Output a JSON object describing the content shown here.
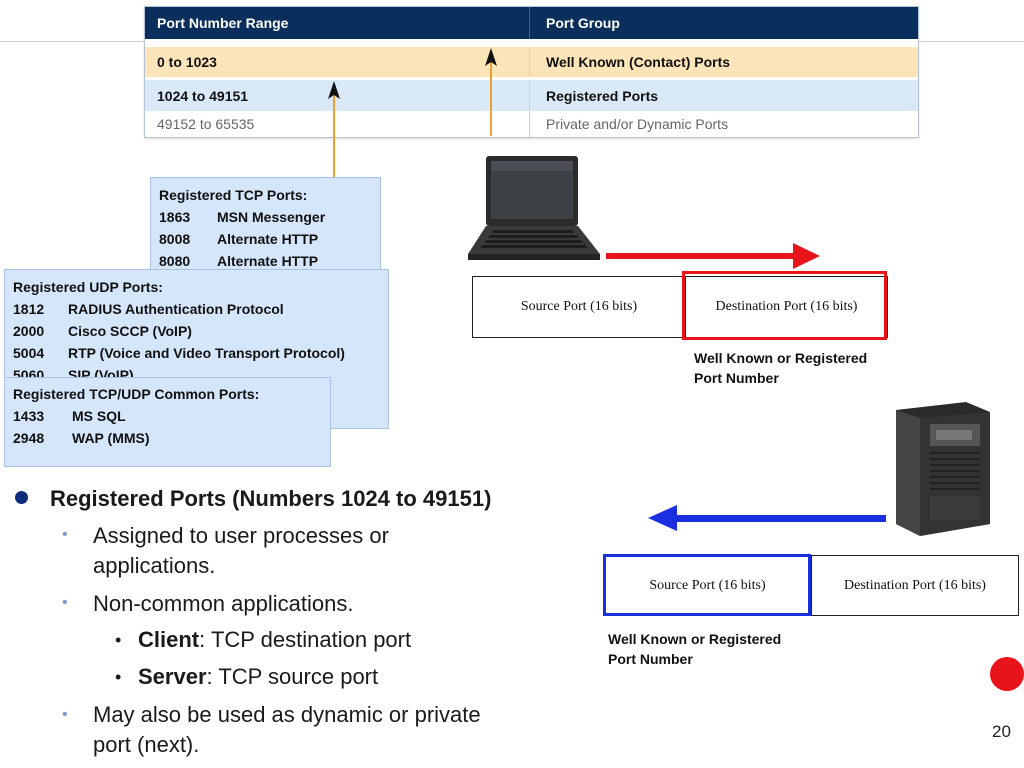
{
  "port_table": {
    "headers": [
      "Port Number Range",
      "Port Group"
    ],
    "rows": [
      {
        "range": "0 to 1023",
        "group": "Well Known (Contact) Ports"
      },
      {
        "range": "1024 to 49151",
        "group": "Registered Ports"
      },
      {
        "range": "49152 to 65535",
        "group": "Private and/or Dynamic Ports"
      }
    ]
  },
  "tcp_box": {
    "title": "Registered TCP Ports:",
    "items": [
      {
        "port": "1863",
        "name": "MSN Messenger"
      },
      {
        "port": "8008",
        "name": "Alternate HTTP"
      },
      {
        "port": "8080",
        "name": "Alternate HTTP"
      }
    ]
  },
  "udp_box": {
    "title": "Registered UDP Ports:",
    "items": [
      {
        "port": "1812",
        "name": "RADIUS Authentication Protocol"
      },
      {
        "port": "2000",
        "name": "Cisco SCCP (VoIP)"
      },
      {
        "port": "5004",
        "name": "RTP (Voice and Video Transport Protocol)"
      },
      {
        "port": "5060",
        "name": "SIP (VoIP)"
      }
    ]
  },
  "common_box": {
    "title": "Registered TCP/UDP Common Ports:",
    "items": [
      {
        "port": "1433",
        "name": "MS SQL"
      },
      {
        "port": "2948",
        "name": "WAP (MMS)"
      }
    ]
  },
  "header_top": {
    "source": "Source Port (16 bits)",
    "destination": "Destination Port (16 bits)",
    "caption_line1": "Well Known or Registered",
    "caption_line2": "Port Number"
  },
  "header_bottom": {
    "source": "Source Port (16 bits)",
    "destination": "Destination Port (16 bits)",
    "caption_line1": "Well Known or Registered",
    "caption_line2": "Port Number"
  },
  "bullets": {
    "main": "Registered Ports (Numbers 1024 to 49151)",
    "sub1_line1": "Assigned to user processes or",
    "sub1_line2": "applications.",
    "sub2": "Non-common applications.",
    "client_bold": "Client",
    "client_rest": ": TCP destination port",
    "server_bold": "Server",
    "server_rest": ": TCP source port",
    "sub3_line1": "May also be used as dynamic or private",
    "sub3_line2": "port (next)."
  },
  "page_number": "20",
  "colors": {
    "table_header": "#0b2f5c",
    "well_known_row": "#fde5b9",
    "registered_row": "#dae9f8",
    "arrow_red": "#e8141a",
    "arrow_blue": "#1a2fe0",
    "connector_orange": "#f0a030",
    "red_dot": "#e8141a"
  }
}
